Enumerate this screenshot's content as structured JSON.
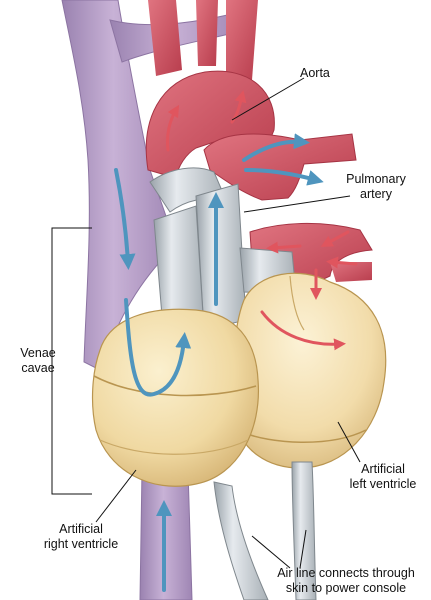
{
  "labels": {
    "aorta": "Aorta",
    "pulmonary_artery": [
      "Pulmonary",
      "artery"
    ],
    "venae_cavae": [
      "Venae",
      "cavae"
    ],
    "left_ventricle": [
      "Artificial",
      "left ventricle"
    ],
    "right_ventricle": [
      "Artificial",
      "right ventricle"
    ],
    "air_line": [
      "Air line connects through",
      "skin to power console"
    ]
  },
  "colors": {
    "vein": "#b69bc6",
    "artery": "#cf4f5e",
    "device": "#f0d9a2",
    "tube": "#c4ccd2",
    "flow_arrow": "#4f95be",
    "arterial_arrow": "#e0555e",
    "leader": "#111111"
  }
}
